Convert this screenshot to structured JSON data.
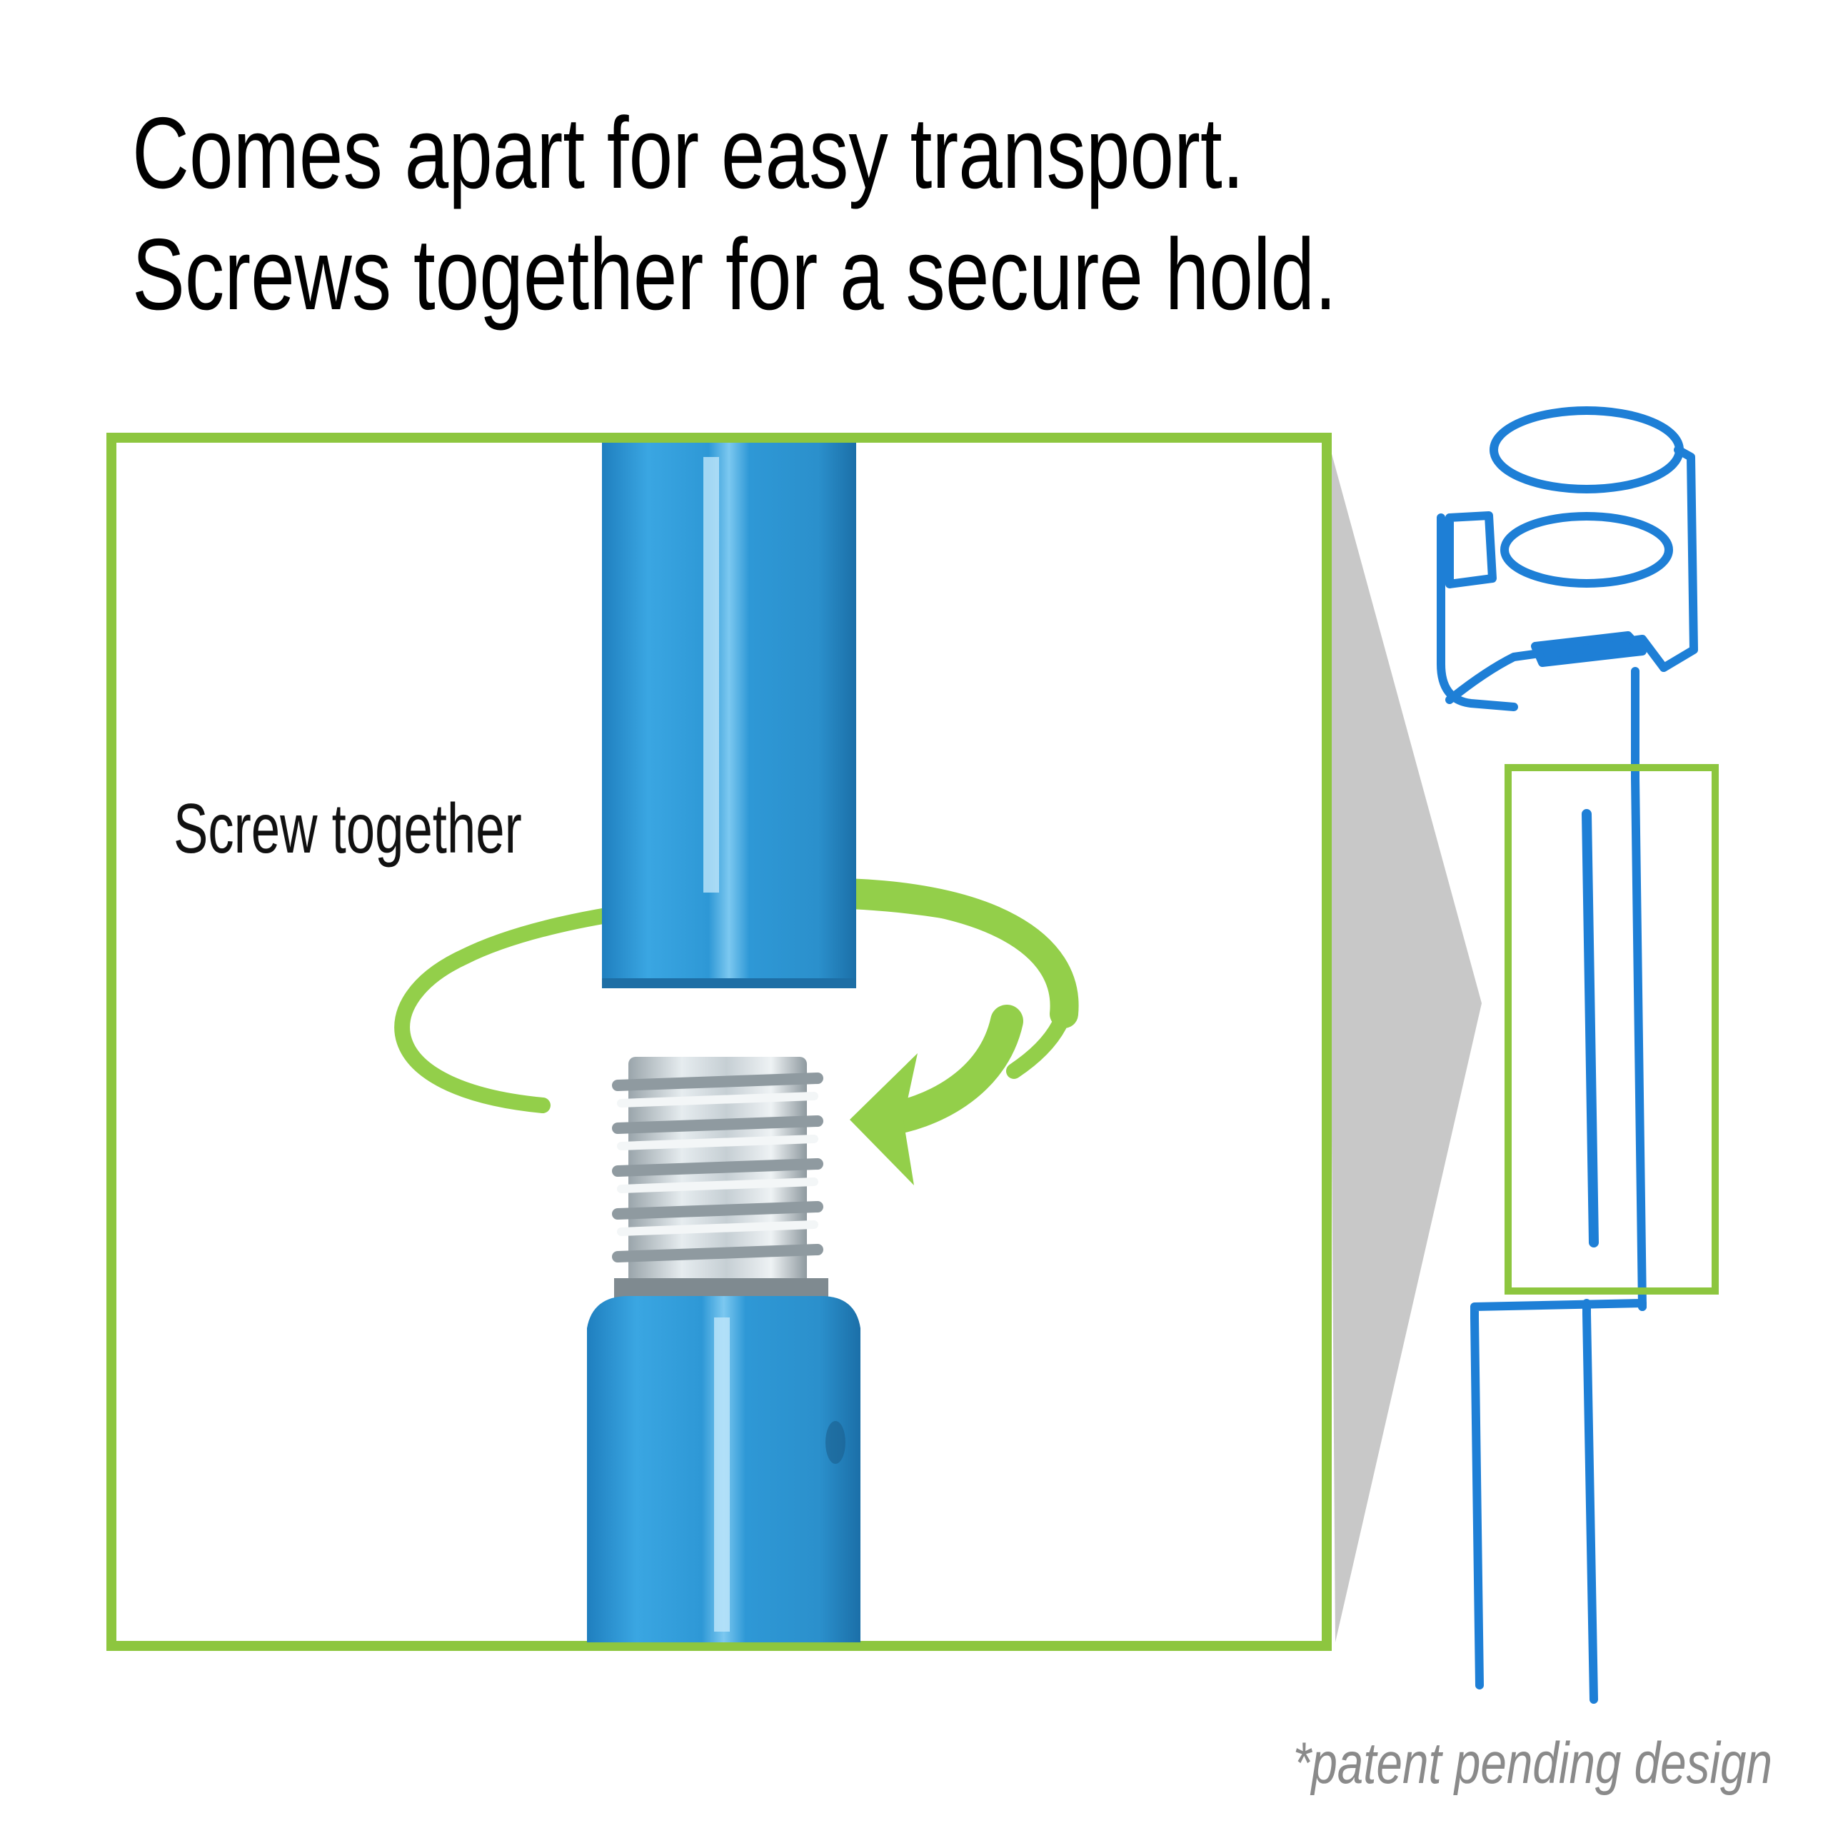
{
  "headline": {
    "line1": "Comes apart for easy transport.",
    "line2": "Screws together for a secure hold."
  },
  "callout": {
    "label": "Screw together"
  },
  "footnote": {
    "text": "*patent pending design"
  },
  "colors": {
    "frame_green": "#8dc63f",
    "arrow_green": "#93cf4a",
    "pole_blue": "#2f9ad8",
    "wire_blue": "#1e7fd6",
    "shadow_gray": "#c8c8c8",
    "thread_silver": "#c9d1d6",
    "footnote_gray": "#8a8a8a"
  },
  "icons": {
    "rotation": "curved-arrow-icon",
    "product": "blue-wire-plant-stake"
  }
}
